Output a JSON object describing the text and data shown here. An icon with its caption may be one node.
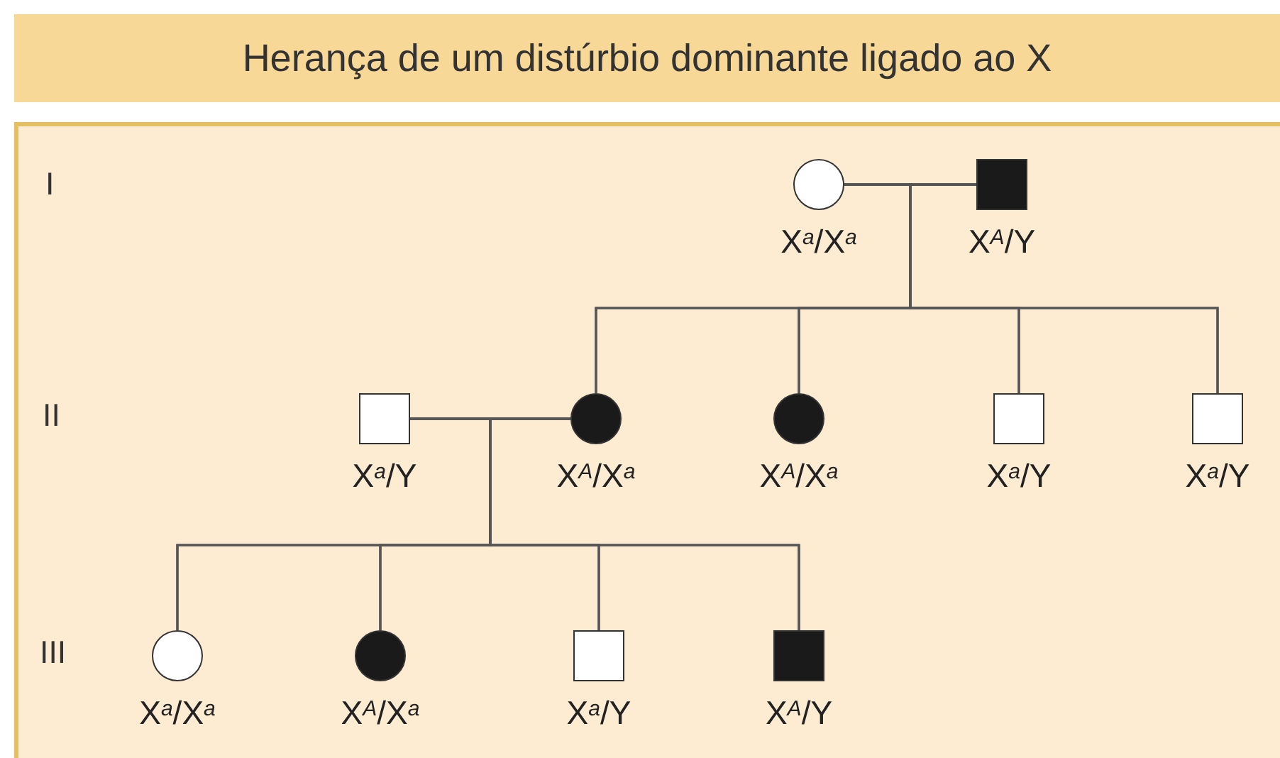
{
  "diagram": {
    "title": "Herança de um distúrbio dominante ligado ao X",
    "nodes": [
      {
        "text": [],
        "shape": "circle",
        "beside": [
          "X$^{a}$/X$^{a}$"
        ]
      },
      {
        "text": [],
        "shape": "block",
        "beside": [
          "X$^{A}$/Y"
        ]
      },
      {
        "text": [],
        "shape": "box",
        "beside": [
          "X$^{a}$/Y"
        ]
      },
      {
        "text": [],
        "shape": "disc",
        "beside": [
          "X$^{A}$/X$^{a}$"
        ]
      },
      {
        "text": [],
        "shape": "disc",
        "beside": [
          "X$^{A}$/X$^{a}$"
        ]
      },
      {
        "text": [],
        "shape": "box",
        "beside": [
          "X$^{a}$/Y"
        ]
      },
      {
        "text": [],
        "shape": "box",
        "beside": [
          "X$^{a}$/Y"
        ]
      },
      {
        "text": [],
        "shape": "circle",
        "beside": [
          "X$^{a}$/X$^{a}$"
        ]
      },
      {
        "text": [],
        "shape": "disc",
        "beside": [
          "X$^{A}$/X$^{a}$"
        ]
      },
      {
        "text": [],
        "shape": "box",
        "beside": [
          "X$^{a}$/Y"
        ]
      },
      {
        "text": [],
        "shape": "block",
        "beside": [
          "X$^{A}$/Y"
        ]
      }
    ],
    "edges": [
      {
        "from": 0,
        "to": 1,
        "arrow": "none"
      },
      {
        "from": 0,
        "to": 3,
        "arrow": "none"
      },
      {
        "from": 1,
        "to": 3,
        "arrow": "none"
      },
      {
        "from": 0,
        "to": 4,
        "arrow": "none"
      },
      {
        "from": 1,
        "to": 4,
        "arrow": "none"
      },
      {
        "from": 0,
        "to": 5,
        "arrow": "none"
      },
      {
        "from": 1,
        "to": 5,
        "arrow": "none"
      },
      {
        "from": 0,
        "to": 6,
        "arrow": "none"
      },
      {
        "from": 1,
        "to": 6,
        "arrow": "none"
      },
      {
        "from": 2,
        "to": 3,
        "arrow": "none"
      },
      {
        "from": 2,
        "to": 7,
        "arrow": "none"
      },
      {
        "from": 3,
        "to": 7,
        "arrow": "none"
      },
      {
        "from": 2,
        "to": 8,
        "arrow": "none"
      },
      {
        "from": 3,
        "to": 8,
        "arrow": "none"
      },
      {
        "from": 2,
        "to": 9,
        "arrow": "none"
      },
      {
        "from": 3,
        "to": 9,
        "arrow": "none"
      },
      {
        "from": 2,
        "to": 10,
        "arrow": "none"
      },
      {
        "from": 3,
        "to": 10,
        "arrow": "none"
      }
    ],
    "labels": [
      "I",
      "II",
      "III"
    ]
  }
}
